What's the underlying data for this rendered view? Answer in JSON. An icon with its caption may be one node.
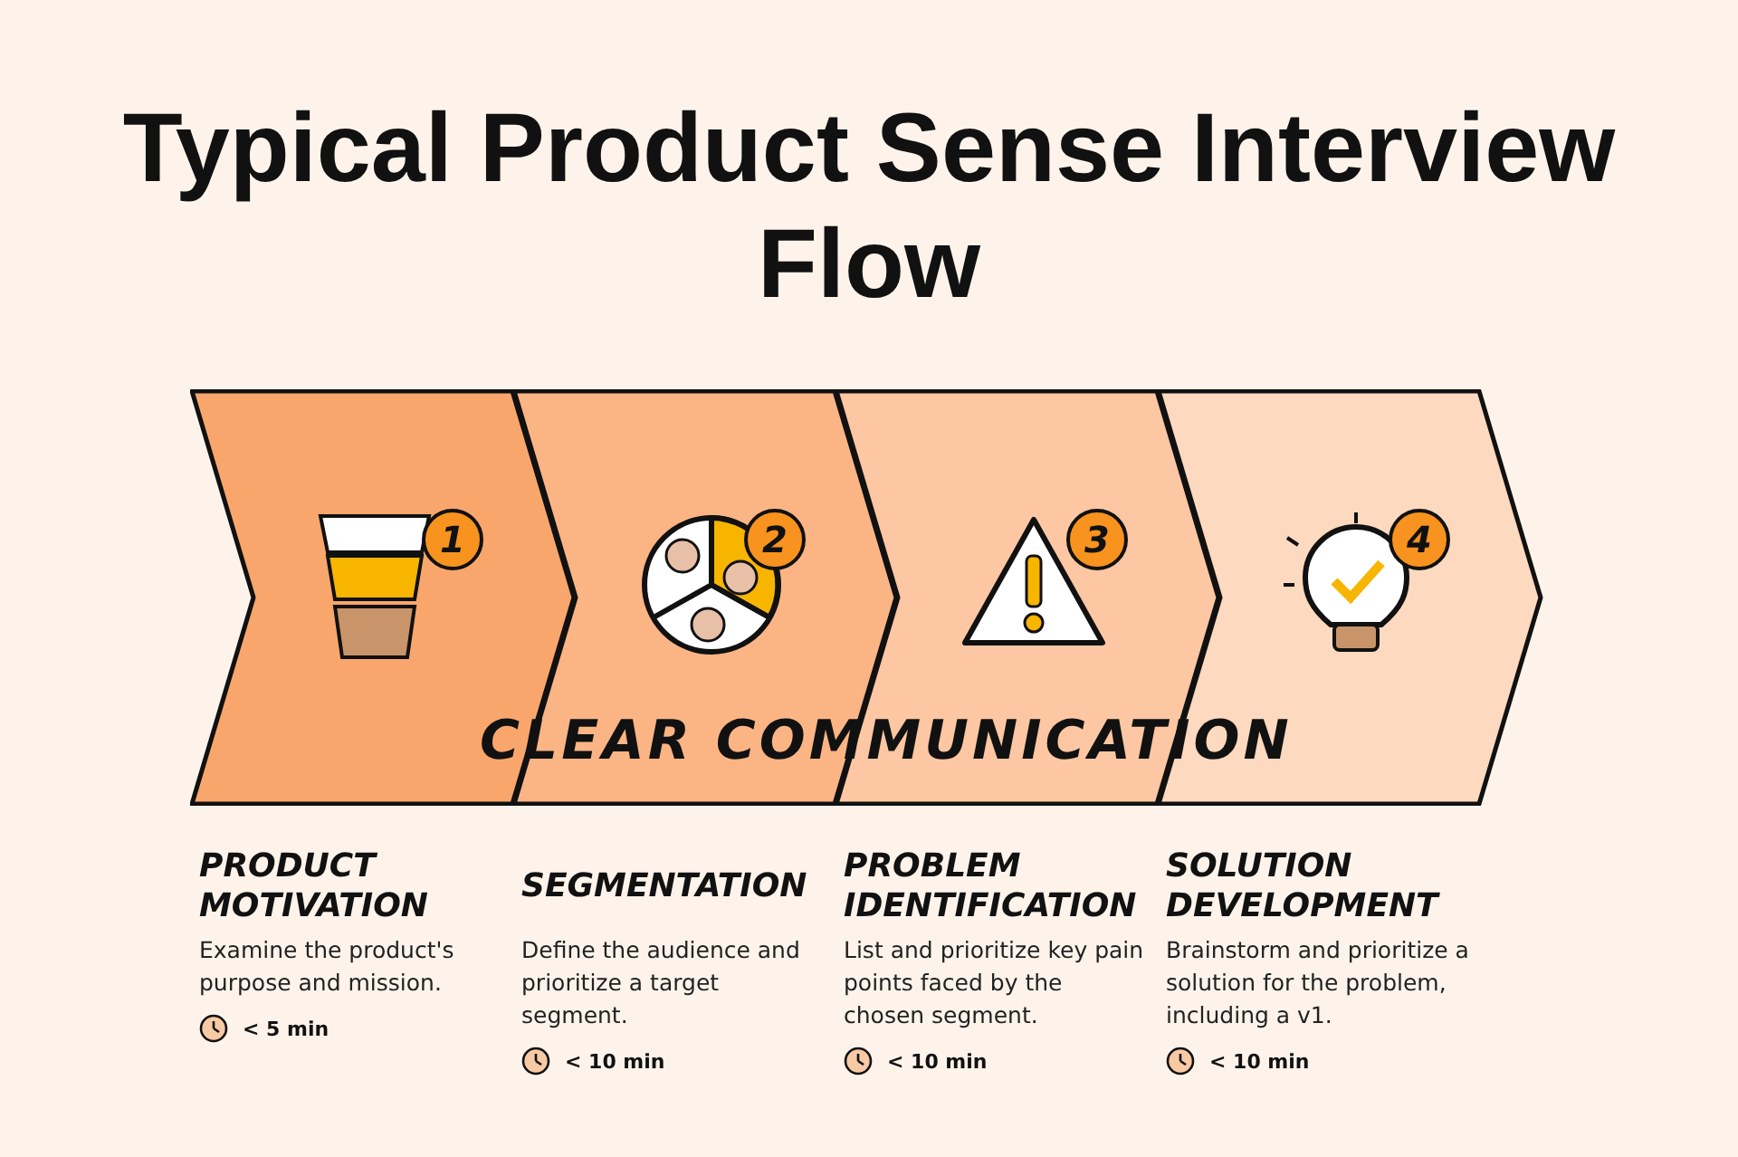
{
  "diagram": {
    "title": "Typical Product Sense Interview Flow",
    "nodes": [
      {
        "text": [],
        "shape": "chevron",
        "beside": [
          "PRODUCT MOTIVATION",
          "Examine the product's purpose and mission.",
          "< 5 min"
        ]
      },
      {
        "text": [
          "1"
        ],
        "in": 0
      },
      {
        "text": [],
        "shape": "chevron",
        "beside": [
          "SEGMENTATION",
          "Define the audience and prioritize a target segment.",
          "< 10 min"
        ]
      },
      {
        "text": [
          "2"
        ],
        "in": 2
      },
      {
        "text": [],
        "shape": "chevron",
        "beside": [
          "PROBLEM IDENTIFICATION",
          "List and prioritize key pain points faced by the chosen segment.",
          "< 10 min"
        ]
      },
      {
        "text": [
          "3"
        ],
        "in": 4
      },
      {
        "text": [],
        "shape": "chevron",
        "beside": [
          "SOLUTION DEVELOPMENT",
          "Brainstorm and prioritize a solution for the problem, including a v1.",
          "< 10 min"
        ]
      },
      {
        "text": [
          "4"
        ],
        "in": 6
      }
    ],
    "edges": [],
    "labels": [
      "CLEAR COMMUNICATION"
    ]
  }
}
